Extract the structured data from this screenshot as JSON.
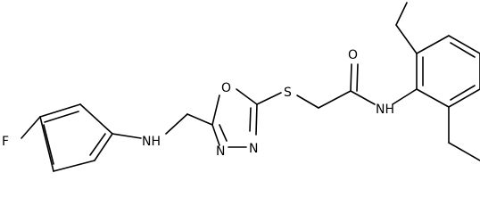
{
  "structure": {
    "atoms": {
      "fluorine": "F",
      "amine_nh": "NH",
      "oxadiazole_o": "O",
      "oxadiazole_n_left": "N",
      "oxadiazole_n_right": "N",
      "thioether_s": "S",
      "carbonyl_o": "O",
      "amide_nh": "NH"
    }
  }
}
